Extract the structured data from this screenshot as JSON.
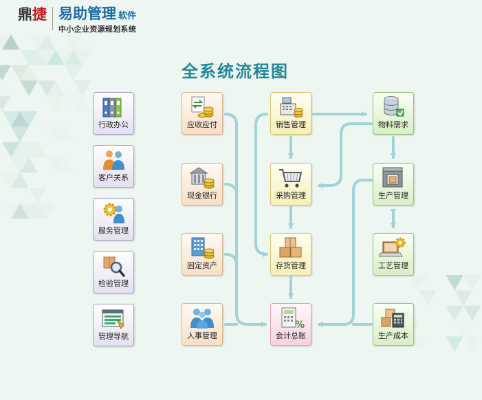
{
  "brand": {
    "name_left": "鼎",
    "name_left_red": "捷",
    "product": "易助管理",
    "product_suffix": "软件",
    "subtitle": "中小企业资源规划系统"
  },
  "title": "全系统流程图",
  "colors": {
    "title": "#1f8a98",
    "connector": "#9fd3d6",
    "brand_blue": "#1a6aa7",
    "brand_red": "#c8161d"
  },
  "modules": {
    "admin": {
      "label": "行政办公",
      "icon": "binders-icon"
    },
    "customer": {
      "label": "客户关系",
      "icon": "people-icon"
    },
    "service": {
      "label": "服务管理",
      "icon": "service-gear-icon"
    },
    "inspection": {
      "label": "检验管理",
      "icon": "magnifier-box-icon"
    },
    "guide": {
      "label": "管理导航",
      "icon": "navigation-icon"
    },
    "receivable": {
      "label": "应收应付",
      "icon": "exchange-coins-icon"
    },
    "cash_bank": {
      "label": "现金银行",
      "icon": "bank-coins-icon"
    },
    "fixed_assets": {
      "label": "固定资产",
      "icon": "building-coins-icon"
    },
    "hr": {
      "label": "人事管理",
      "icon": "people-icon"
    },
    "sales": {
      "label": "销售管理",
      "icon": "cash-register-icon"
    },
    "purchase": {
      "label": "采购管理",
      "icon": "shopping-cart-icon"
    },
    "inventory": {
      "label": "存货管理",
      "icon": "boxes-icon"
    },
    "accounting": {
      "label": "会计总账",
      "icon": "calculator-percent-icon"
    },
    "material": {
      "label": "物料需求",
      "icon": "database-icon"
    },
    "production": {
      "label": "生产管理",
      "icon": "machine-icon"
    },
    "process": {
      "label": "工艺管理",
      "icon": "laptop-gear-icon"
    },
    "cost": {
      "label": "生产成本",
      "icon": "boxes-calculator-icon"
    }
  }
}
